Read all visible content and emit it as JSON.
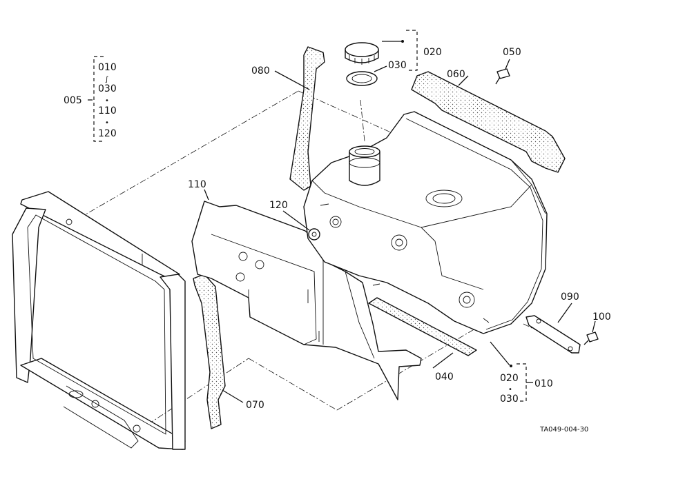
{
  "diagram": {
    "drawing_code": "TA049-004-30",
    "labels": {
      "p005": "005",
      "p010": "010",
      "p020": "020",
      "p030": "030",
      "p040": "040",
      "p050": "050",
      "p060": "060",
      "p070": "070",
      "p080": "080",
      "p090": "090",
      "p100": "100",
      "p110": "110",
      "p120": "120"
    },
    "group_005": [
      "010",
      "030",
      "110",
      "120"
    ],
    "group_005_separators": [
      "∫",
      "•",
      "•"
    ],
    "group_010": [
      "020",
      "030"
    ],
    "group_010_separator": "•"
  }
}
